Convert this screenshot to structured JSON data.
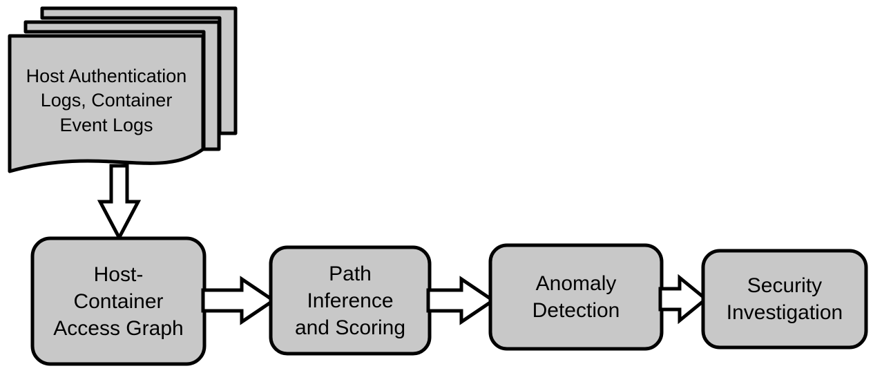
{
  "diagram": {
    "type": "flow-pipeline",
    "orientation": "left-to-right",
    "background_color": "#ffffff",
    "shape_fill_color": "#c8c8c8",
    "shape_stroke_color": "#000000",
    "arrow_fill_color": "#ffffff",
    "arrow_stroke_color": "#000000",
    "text_color": "#000000"
  },
  "source": {
    "shape": "multi-document-stack",
    "sheet_count": 3,
    "label": "Host Authentication\nLogs, Container\nEvent Logs"
  },
  "stages": [
    {
      "id": "host-container-access-graph",
      "shape": "rounded-rectangle",
      "label": "Host-\nContainer\nAccess Graph"
    },
    {
      "id": "path-inference-and-scoring",
      "shape": "rounded-rectangle",
      "label": "Path\nInference\nand Scoring"
    },
    {
      "id": "anomaly-detection",
      "shape": "rounded-rectangle",
      "label": "Anomaly\nDetection"
    },
    {
      "id": "security-investigation",
      "shape": "rounded-rectangle",
      "label": "Security\nInvestigation"
    }
  ],
  "connectors": [
    {
      "id": "source-to-graph",
      "direction": "down",
      "style": "block-arrow",
      "from": "source",
      "to": "host-container-access-graph"
    },
    {
      "id": "graph-to-path",
      "direction": "right",
      "style": "block-arrow",
      "from": "host-container-access-graph",
      "to": "path-inference-and-scoring"
    },
    {
      "id": "path-to-anomaly",
      "direction": "right",
      "style": "block-arrow",
      "from": "path-inference-and-scoring",
      "to": "anomaly-detection"
    },
    {
      "id": "anomaly-to-security",
      "direction": "right",
      "style": "block-arrow",
      "from": "anomaly-detection",
      "to": "security-investigation"
    }
  ]
}
